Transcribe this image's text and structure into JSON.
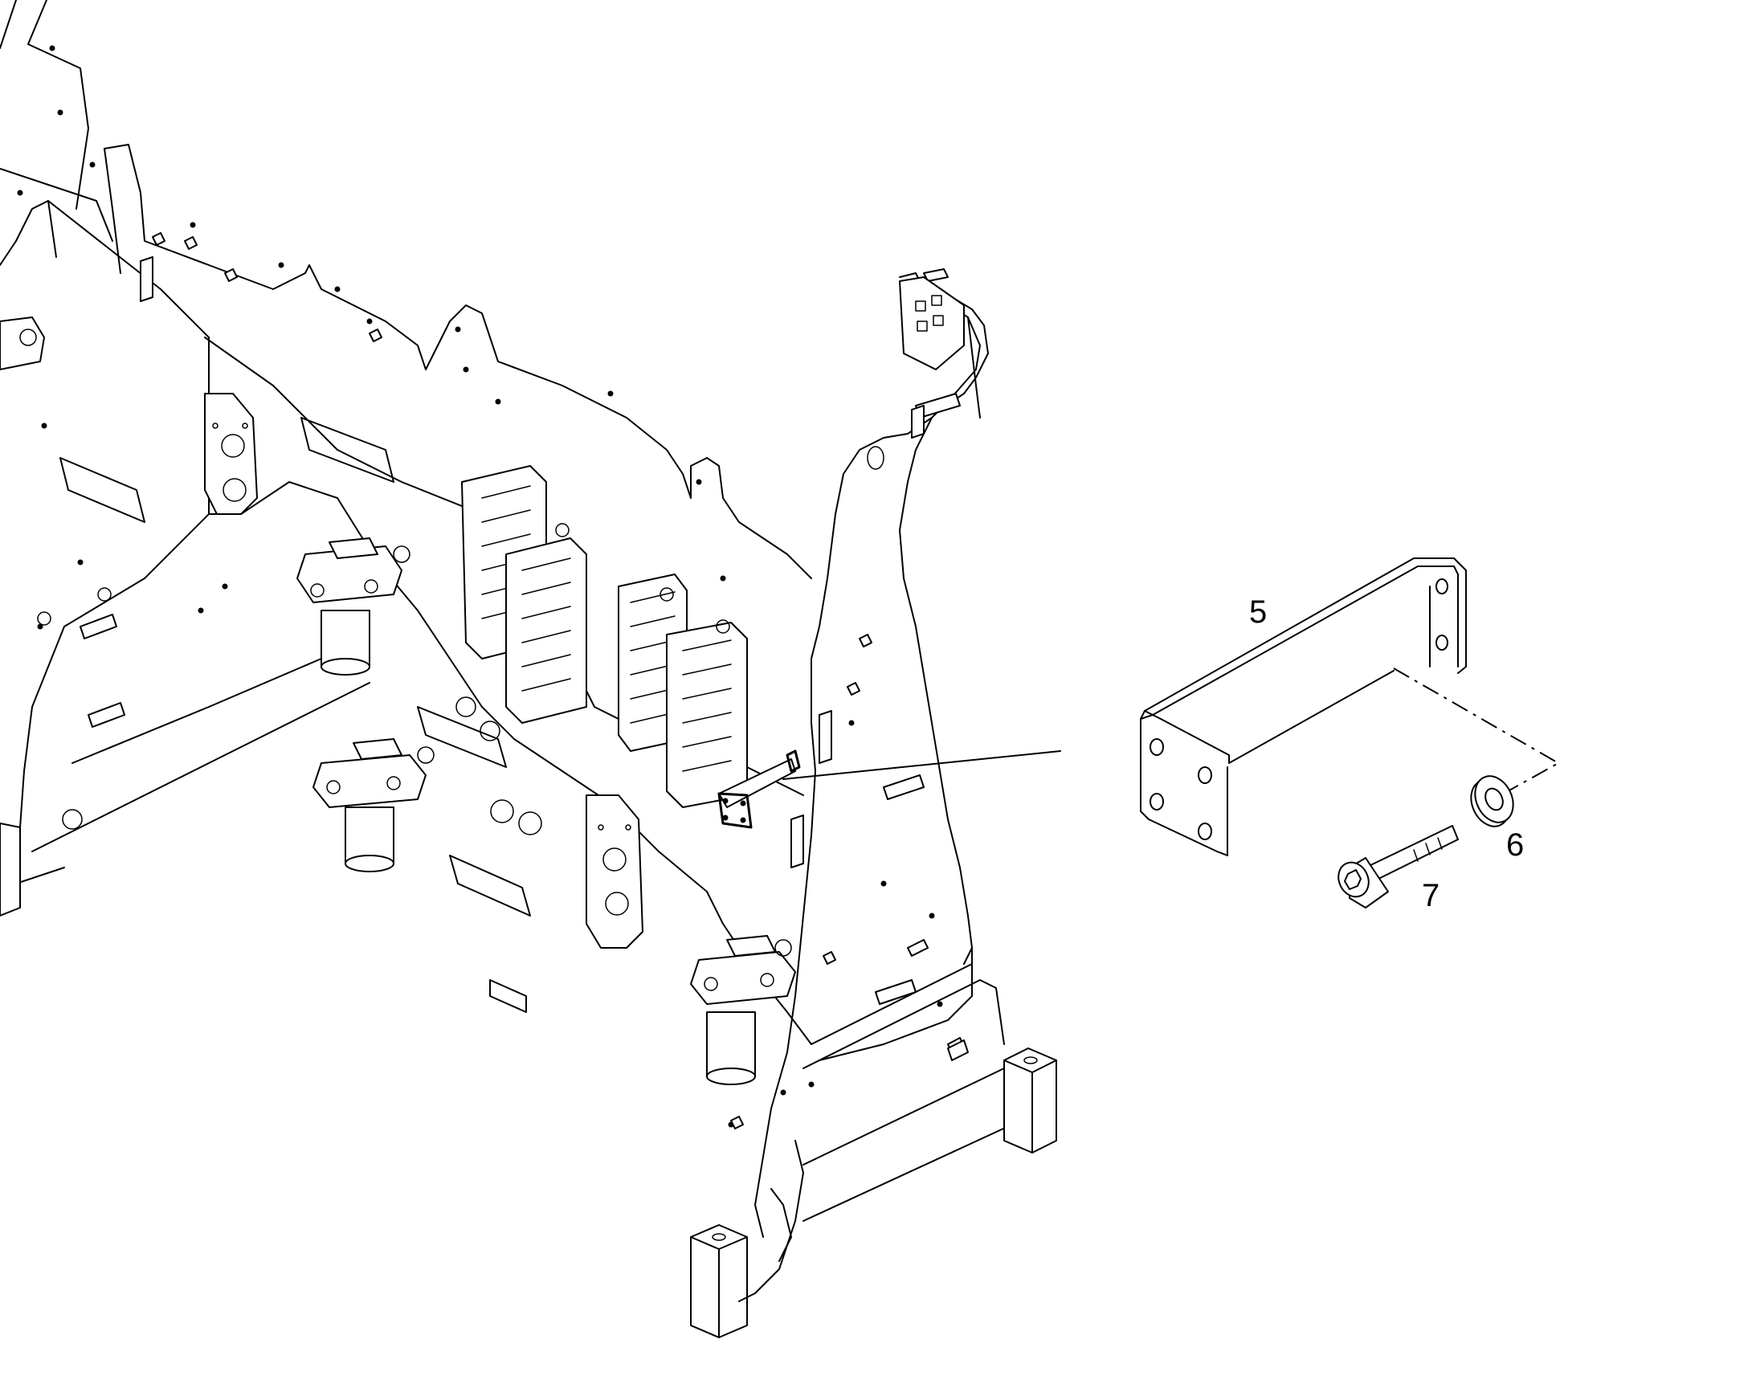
{
  "diagram": {
    "callouts": {
      "bracket": "5",
      "washer": "6",
      "screw": "7"
    }
  }
}
